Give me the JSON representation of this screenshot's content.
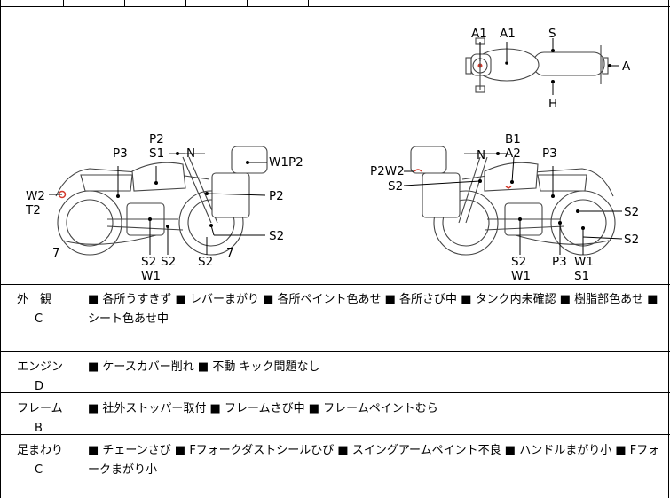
{
  "diagram": {
    "labels_top_view": [
      "A1",
      "A1",
      "S",
      "A",
      "H"
    ],
    "labels_left_side": [
      "P2",
      "S1",
      "N",
      "P3",
      "W1P2",
      "W2",
      "T2",
      "P2",
      "S2",
      "7",
      "S2",
      "S2",
      "S2",
      "7",
      "W1"
    ],
    "labels_right_side": [
      "B1",
      "A2",
      "N",
      "P2W2",
      "S2",
      "P3",
      "S2",
      "S2",
      "S2",
      "W1",
      "P3",
      "W1",
      "S1"
    ]
  },
  "rows": [
    {
      "name": "外　観",
      "grade": "C",
      "description": "■ 各所うすきず ■ レバーまがり ■ 各所ペイント色あせ ■ 各所さび中 ■ タンク内未確認 ■ 樹脂部色あせ ■ シート色あせ中"
    },
    {
      "name": "エンジン",
      "grade": "D",
      "description": "■ ケースカバー削れ ■ 不動 キック問題なし"
    },
    {
      "name": "フレーム",
      "grade": "B",
      "description": "■ 社外ストッパー取付 ■ フレームさび中 ■ フレームペイントむら"
    },
    {
      "name": "足まわり",
      "grade": "C",
      "description": "■ チェーンさび ■ Fフォークダストシールひび ■ スイングアームペイント不良 ■ ハンドルまがり小 ■ Fフォークまがり小"
    }
  ],
  "colors": {
    "damage_mark": "#d33a2c",
    "line": "#000000"
  }
}
